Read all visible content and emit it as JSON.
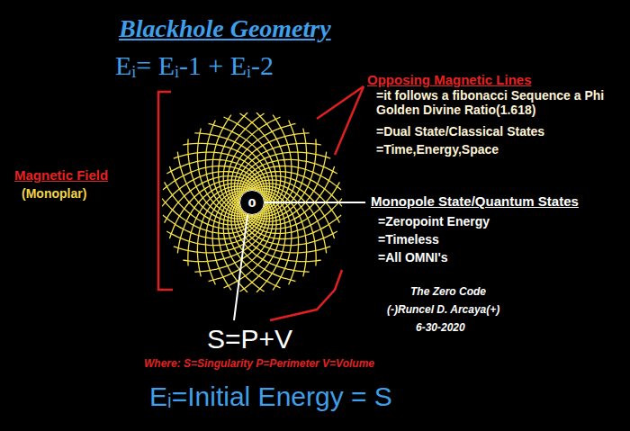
{
  "diagram": {
    "title": "Blackhole Geometry",
    "nodes": [
      {
        "text": [
          "0"
        ]
      }
    ],
    "labels": [
      "Eᵢ= Eᵢ-1 + Eᵢ-2",
      "Opposing Magnetic Lines",
      "=it follows a fibonacci Sequence a Phi Golden Divine Ratio(1.618)",
      "=Dual State/Classical States",
      "=Time,Energy,Space",
      "Magnetic Field",
      "(Monoplar)",
      "Monopole State/Quantum States",
      "=Zeropoint Energy",
      "=Timeless",
      "=All OMNI's",
      "The Zero Code",
      "(-)Runcel D. Arcaya(+)",
      "6-30-2020",
      "S=P+V",
      "Where: S=Singularity P=Perimeter V=Volume",
      "Eᵢ=Initial Energy = S"
    ]
  }
}
